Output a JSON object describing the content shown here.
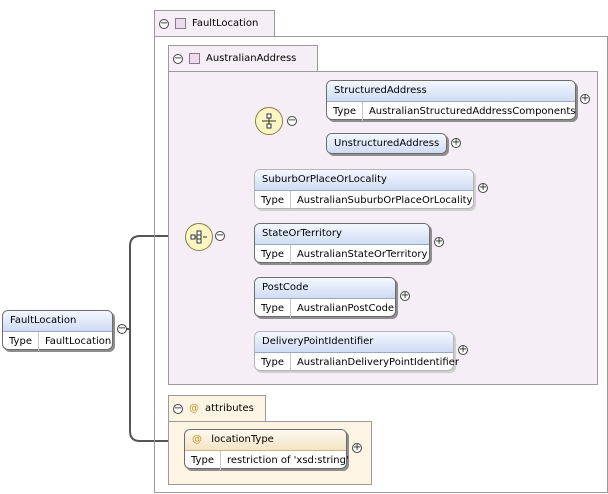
{
  "root": {
    "name": "FaultLocation",
    "type_key": "Type",
    "type_value": "FaultLocation"
  },
  "outer_group": {
    "label": "FaultLocation"
  },
  "address_group": {
    "label": "AustralianAddress"
  },
  "choice_elements": [
    {
      "name": "StructuredAddress",
      "type_key": "Type",
      "type_value": "AustralianStructuredAddressComponents"
    },
    {
      "name": "UnstructuredAddress"
    }
  ],
  "sequence_elements": [
    {
      "name": "SuburbOrPlaceOrLocality",
      "type_key": "Type",
      "type_value": "AustralianSuburbOrPlaceOrLocality"
    },
    {
      "name": "StateOrTerritory",
      "type_key": "Type",
      "type_value": "AustralianStateOrTerritory"
    },
    {
      "name": "PostCode",
      "type_key": "Type",
      "type_value": "AustralianPostCode"
    },
    {
      "name": "DeliveryPointIdentifier",
      "type_key": "Type",
      "type_value": "AustralianDeliveryPointIdentifier"
    }
  ],
  "attributes_group": {
    "label": "attributes",
    "at_symbol": "@"
  },
  "attribute": {
    "at_symbol": "@",
    "name": "locationType",
    "type_key": "Type",
    "type_value": "restriction of 'xsd:string'"
  },
  "symbols": {
    "collapse": "−",
    "expand": "+"
  },
  "colors": {
    "group_bg": "#f6eef6",
    "attr_bg": "#fdf4e4",
    "element_header": "#cfdcf4",
    "compositor": "#fbf6c4"
  }
}
